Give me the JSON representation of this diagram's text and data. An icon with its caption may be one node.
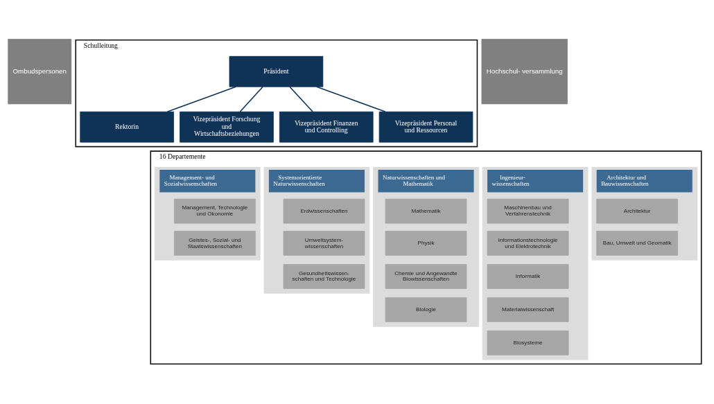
{
  "diagram": {
    "nodes": [
      {
        "text": [
          "Ombudspersonen"
        ]
      },
      {
        "text": [
          "Schulleitung"
        ]
      },
      {
        "text": [
          "Präsident"
        ],
        "in": 1
      },
      {
        "text": [
          "Rektorin"
        ],
        "in": 1
      },
      {
        "text": [
          "Vizepräsident Forschung und Wirtschaftsbeziehungen"
        ],
        "in": 1
      },
      {
        "text": [
          "Vizepräsident Finanzen und Controlling"
        ],
        "in": 1
      },
      {
        "text": [
          "Vizepräsident Personal und Ressourcen"
        ],
        "in": 1
      },
      {
        "text": [
          "Hochschul- versammlung"
        ]
      },
      {
        "text": [
          "16 Departemente"
        ]
      },
      {
        "text": [
          "Architektur und Bauwissenschaften"
        ],
        "in": 8
      },
      {
        "text": [
          "Architektur"
        ],
        "in": 9
      },
      {
        "text": [
          "Bau, Umwelt und Geomatik"
        ],
        "in": 9
      },
      {
        "text": [
          "Ingenieur- wissenschaften"
        ],
        "in": 8
      },
      {
        "text": [
          "Maschinenbau und Verfahrenstechnik"
        ],
        "in": 12
      },
      {
        "text": [
          "Informationstechnologie und Elektrotechnik"
        ],
        "in": 12
      },
      {
        "text": [
          "Informatik"
        ],
        "in": 12
      },
      {
        "text": [
          "Materialwissenschaft"
        ],
        "in": 12
      },
      {
        "text": [
          "Biosysteme"
        ],
        "in": 12
      },
      {
        "text": [
          "Naturwissenschaften und Mathematik"
        ],
        "in": 8
      },
      {
        "text": [
          "Mathematik"
        ],
        "in": 18
      },
      {
        "text": [
          "Physik"
        ],
        "in": 18
      },
      {
        "text": [
          "Chemie und Angewandte Biowissenschaften"
        ],
        "in": 18
      },
      {
        "text": [
          "Biologie"
        ],
        "in": 18
      },
      {
        "text": [
          "Systemorientierte Naturwissenschaften"
        ],
        "in": 8
      },
      {
        "text": [
          "Erdwissenschaften"
        ],
        "in": 23
      },
      {
        "text": [
          "Umweltsystem- wissenschaften"
        ],
        "in": 23
      },
      {
        "text": [
          "Gesundheitswissen- schaften und Technologie"
        ],
        "in": 23
      },
      {
        "text": [
          "Management- und Sozialwissenschaften"
        ],
        "in": 8
      },
      {
        "text": [
          "Management, Technologie und Ökonomie"
        ],
        "in": 27
      },
      {
        "text": [
          "Geistes-, Sozial- und Staatswissenschaften"
        ],
        "in": 27
      }
    ],
    "edges": [
      {
        "from": 2,
        "to": 3,
        "arrow": "none"
      },
      {
        "from": 2,
        "to": 4,
        "arrow": "none"
      },
      {
        "from": 2,
        "to": 5,
        "arrow": "none"
      },
      {
        "from": 2,
        "to": 6,
        "arrow": "none"
      }
    ]
  }
}
